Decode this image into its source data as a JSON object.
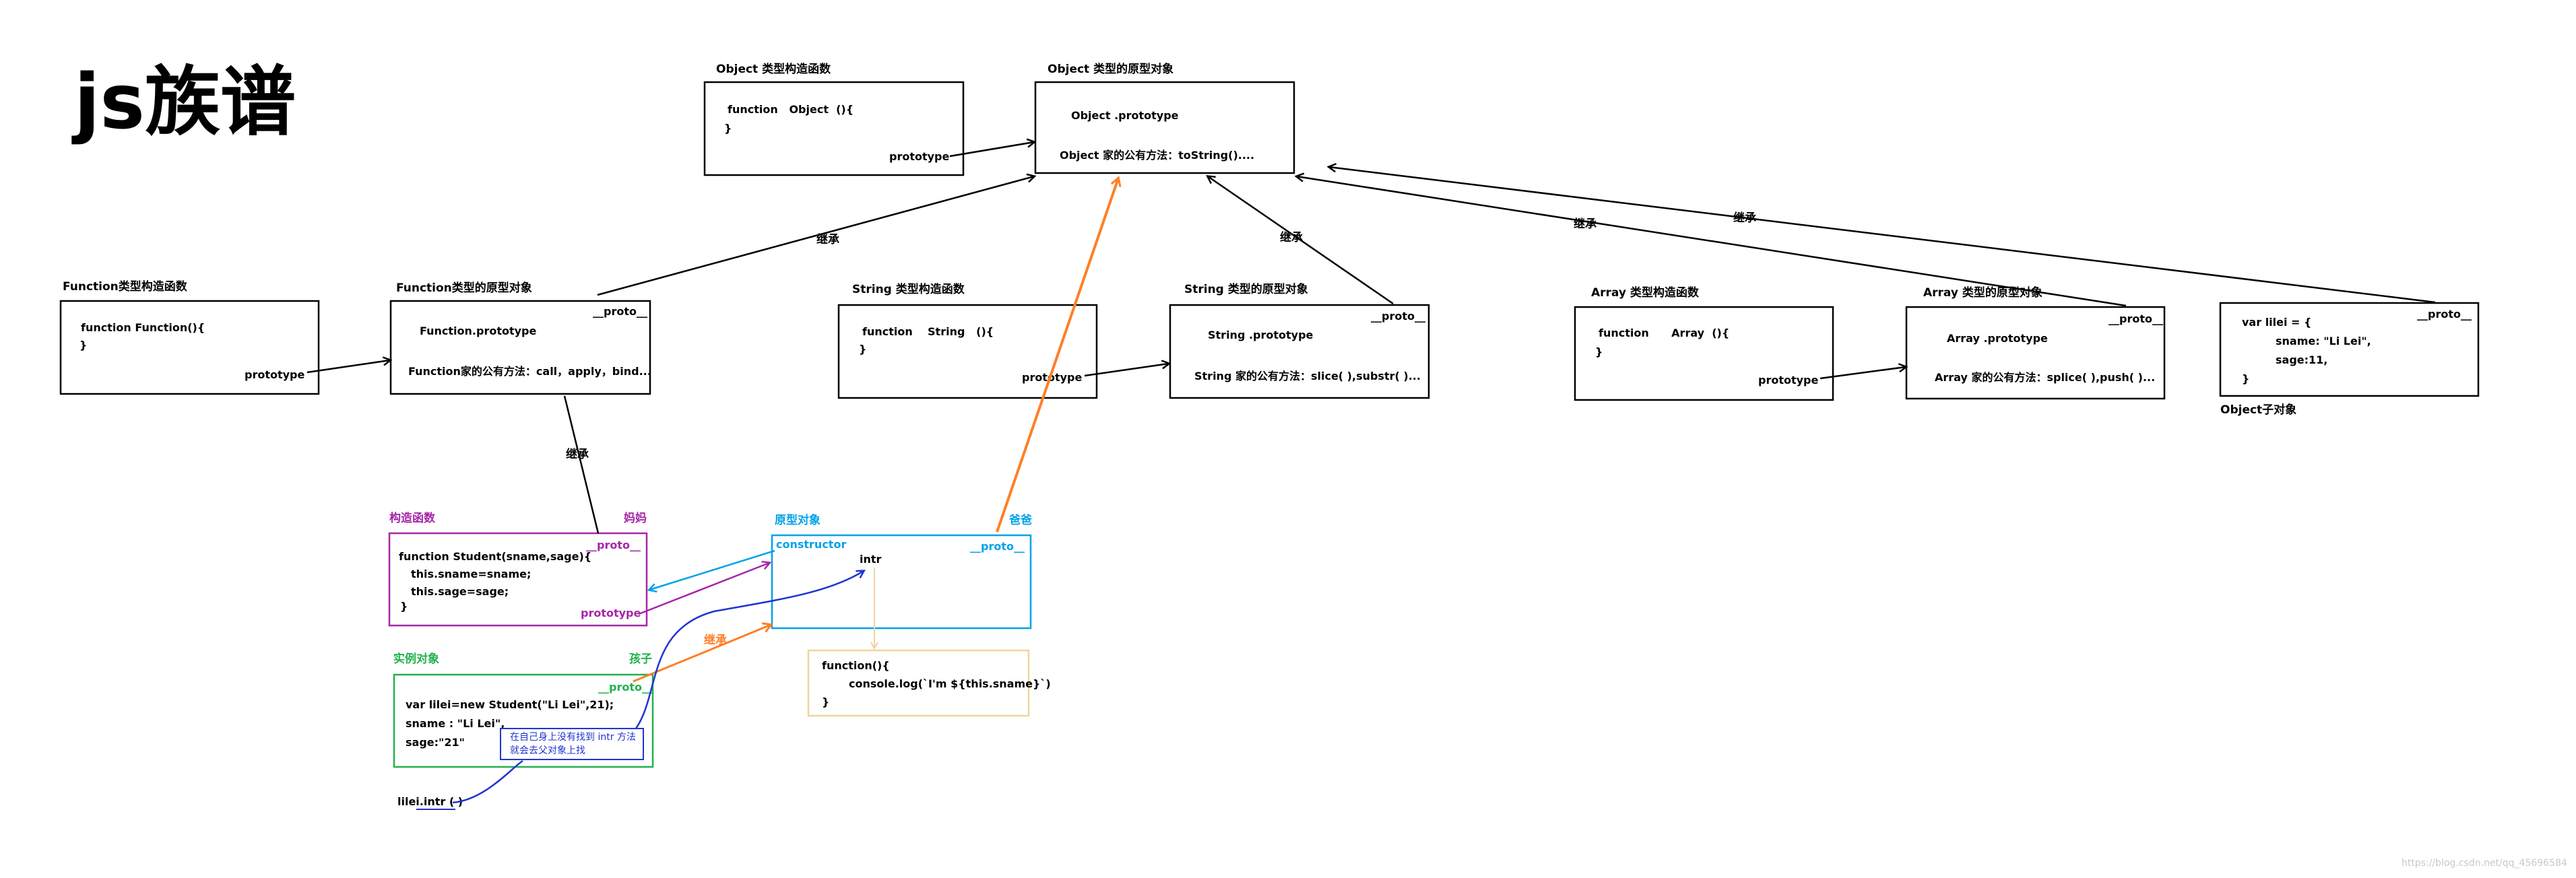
{
  "title": "js族谱",
  "colors": {
    "black": "#000000",
    "purple": "#a626a6",
    "blue": "#00a2e8",
    "green": "#22b14c",
    "orange": "#ff7f27",
    "yellow": "#efd59c",
    "navy": "#1f35d0"
  },
  "object_ctor": {
    "label": "Object 类型构造函数",
    "line1": "function   Object  (){",
    "line2": "}",
    "prototype": "prototype"
  },
  "object_proto": {
    "label": "Object 类型的原型对象",
    "line1": "Object .prototype",
    "line2": "Object 家的公有方法：toString()...."
  },
  "function_ctor": {
    "label": "Function类型构造函数",
    "line1": "function Function(){",
    "line2": "}",
    "prototype": "prototype"
  },
  "function_proto": {
    "label": "Function类型的原型对象",
    "proto": "__proto__",
    "line1": "Function.prototype",
    "line2": "Function家的公有方法：call，apply，bind..."
  },
  "string_ctor": {
    "label": "String 类型构造函数",
    "line1": "function    String   (){",
    "line2": "}",
    "prototype": "prototype"
  },
  "string_proto": {
    "label": "String 类型的原型对象",
    "proto": "__proto__",
    "line1": "String .prototype",
    "line2": "String 家的公有方法：slice( ),substr( )..."
  },
  "array_ctor": {
    "label": "Array 类型构造函数",
    "line1": "function      Array  (){",
    "line2": "}",
    "prototype": "prototype"
  },
  "array_proto": {
    "label": "Array 类型的原型对象",
    "proto": "__proto__",
    "line1": "Array .prototype",
    "line2": "Array 家的公有方法：splice( ),push( )..."
  },
  "lilei_obj": {
    "proto": "__proto__",
    "line1": "var lilei = {",
    "line2": "sname: \"Li Lei\",",
    "line3": "sage:11,",
    "line4": "}",
    "caption": "Object子对象"
  },
  "student_ctor": {
    "label": "构造函数",
    "role": "妈妈",
    "proto": "__proto__",
    "line1": "function Student(sname,sage){",
    "line2": "this.sname=sname;",
    "line3": "this.sage=sage;",
    "line4": "}",
    "prototype": "prototype"
  },
  "student_proto": {
    "label": "原型对象",
    "role": "爸爸",
    "constructor": "constructor",
    "proto": "__proto__",
    "member": "intr"
  },
  "instance": {
    "label": "实例对象",
    "role": "孩子",
    "proto": "__proto__",
    "line1": "var lilei=new Student(\"Li Lei\",21);",
    "line2": "sname : \"Li Lei\",",
    "line3": "sage:\"21\"",
    "note_line1": "在自己身上没有找到 intr 方法",
    "note_line2": "就会去父对象上找"
  },
  "intr_func": {
    "line1": "function(){",
    "line2": "console.log(`I'm ${this.sname}`)",
    "line3": "}"
  },
  "call": "lilei.intr ( )",
  "inherit_label": "继承",
  "watermark": "https://blog.csdn.net/qq_45696584"
}
